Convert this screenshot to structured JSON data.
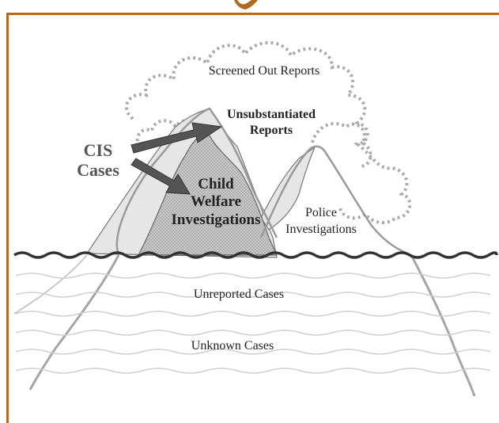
{
  "diagram": {
    "labels": {
      "screened_out": "Screened Out Reports",
      "unsubstantiated_line1": "Unsubstantiated",
      "unsubstantiated_line2": "Reports",
      "cis_line1": "CIS",
      "cis_line2": "Cases",
      "child_welfare_line1": "Child",
      "child_welfare_line2": "Welfare",
      "child_welfare_line3": "Investigations",
      "police_line1": "Police",
      "police_line2": "Investigations",
      "unreported": "Unreported Cases",
      "unknown": "Unknown Cases"
    },
    "colors": {
      "frame_border": "#b26a1e",
      "title_fragment": "#b26a1e",
      "waterline": "#333333",
      "arrow": "#555555",
      "dotted_cloud": "#aaaaaa",
      "shaded_region": "#bfbfbf",
      "light_region": "#e6e6e6",
      "wave_lines": "#cfcfcf"
    }
  }
}
